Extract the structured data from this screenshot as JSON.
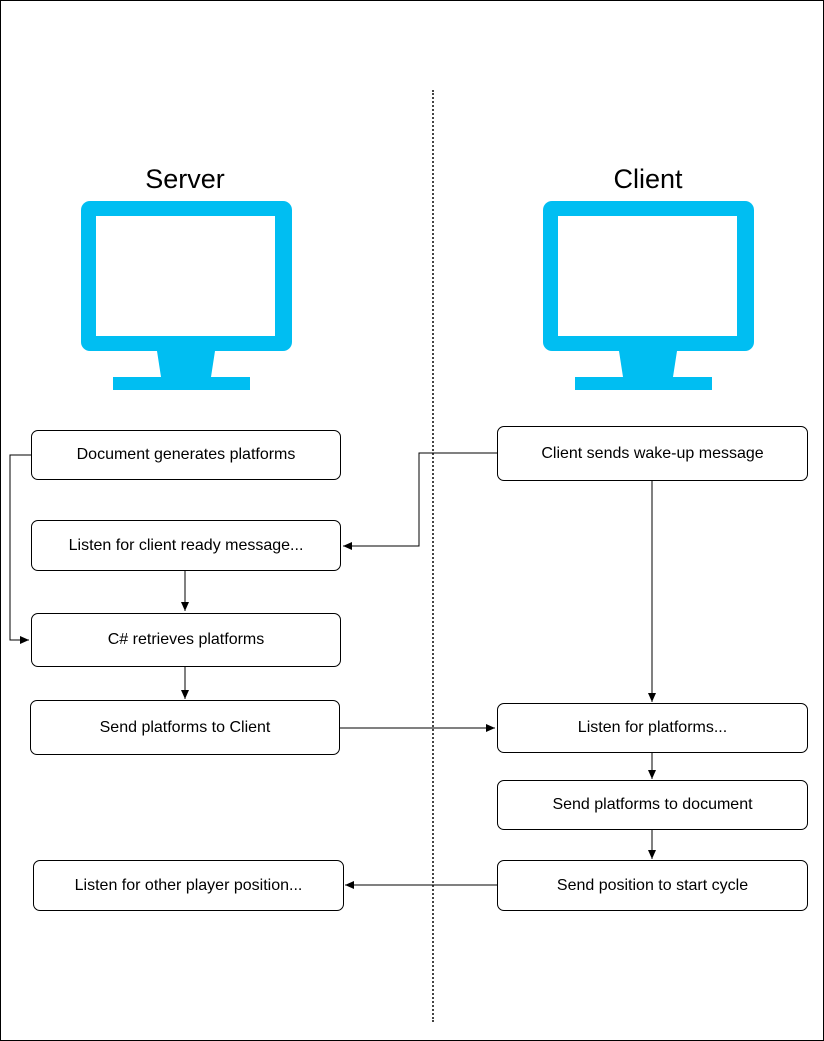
{
  "headings": {
    "server": "Server",
    "client": "Client"
  },
  "colors": {
    "monitor": "#00BEF2",
    "line": "#000000",
    "divider": "#444444"
  },
  "icons": {
    "server_monitor": "monitor-icon",
    "client_monitor": "monitor-icon"
  },
  "server_boxes": {
    "generate": "Document generates platforms",
    "listen_ready": "Listen for client ready message...",
    "retrieve": "C# retrieves platforms",
    "send_platforms": "Send platforms to Client",
    "listen_position": "Listen for other player position..."
  },
  "client_boxes": {
    "wake_up": "Client sends wake-up message",
    "listen_platforms": "Listen for platforms...",
    "send_document": "Send platforms to document",
    "send_position": "Send position to start cycle"
  }
}
